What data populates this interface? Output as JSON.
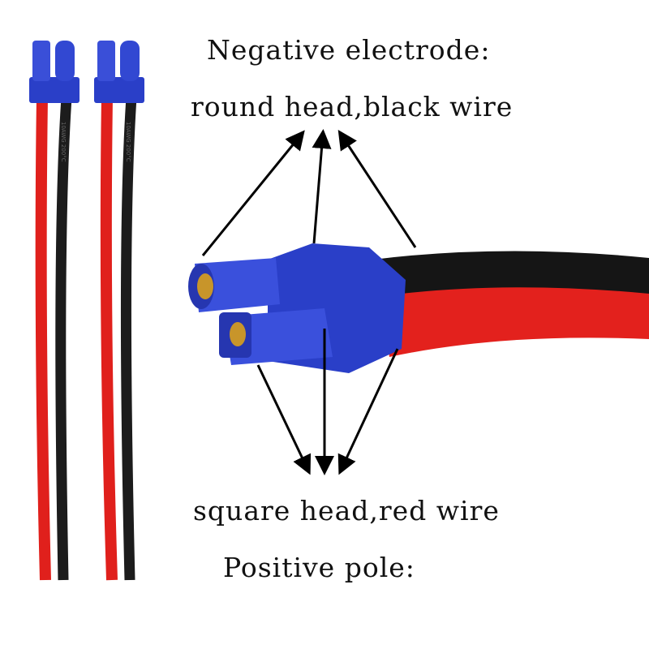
{
  "labels": {
    "negative_title": "Negative electrode:",
    "negative_desc": "round head,black wire",
    "positive_desc": "square head,red wire",
    "positive_title": "Positive pole:"
  },
  "wire_print": "10AWG 200°C",
  "colors": {
    "connector_blue": "#2a3fc8",
    "red_wire": "#e0201c",
    "black_wire": "#1a1a1a",
    "gold": "#c8952a"
  }
}
